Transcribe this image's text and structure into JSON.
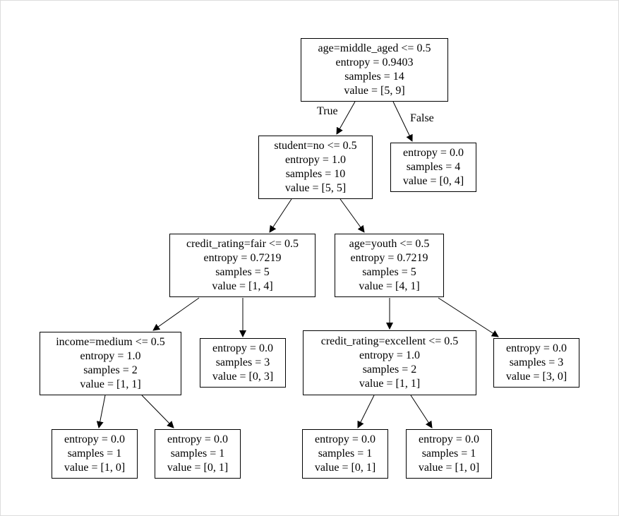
{
  "nodes": {
    "n0": {
      "l1": "age=middle_aged <= 0.5",
      "l2": "entropy = 0.9403",
      "l3": "samples = 14",
      "l4": "value = [5, 9]"
    },
    "n1": {
      "l1": "student=no <= 0.5",
      "l2": "entropy = 1.0",
      "l3": "samples = 10",
      "l4": "value = [5, 5]"
    },
    "n2": {
      "l1": "entropy = 0.0",
      "l2": "samples = 4",
      "l3": "value = [0, 4]"
    },
    "n3": {
      "l1": "credit_rating=fair <= 0.5",
      "l2": "entropy = 0.7219",
      "l3": "samples = 5",
      "l4": "value = [1, 4]"
    },
    "n4": {
      "l1": "age=youth <= 0.5",
      "l2": "entropy = 0.7219",
      "l3": "samples = 5",
      "l4": "value = [4, 1]"
    },
    "n5": {
      "l1": "income=medium <= 0.5",
      "l2": "entropy = 1.0",
      "l3": "samples = 2",
      "l4": "value = [1, 1]"
    },
    "n6": {
      "l1": "entropy = 0.0",
      "l2": "samples = 3",
      "l3": "value = [0, 3]"
    },
    "n7": {
      "l1": "credit_rating=excellent <= 0.5",
      "l2": "entropy = 1.0",
      "l3": "samples = 2",
      "l4": "value = [1, 1]"
    },
    "n8": {
      "l1": "entropy = 0.0",
      "l2": "samples = 3",
      "l3": "value = [3, 0]"
    },
    "n9": {
      "l1": "entropy = 0.0",
      "l2": "samples = 1",
      "l3": "value = [1, 0]"
    },
    "n10": {
      "l1": "entropy = 0.0",
      "l2": "samples = 1",
      "l3": "value = [0, 1]"
    },
    "n11": {
      "l1": "entropy = 0.0",
      "l2": "samples = 1",
      "l3": "value = [0, 1]"
    },
    "n12": {
      "l1": "entropy = 0.0",
      "l2": "samples = 1",
      "l3": "value = [1, 0]"
    }
  },
  "edge_labels": {
    "true_label": "True",
    "false_label": "False"
  }
}
